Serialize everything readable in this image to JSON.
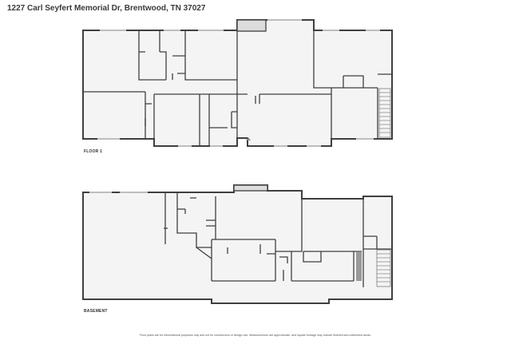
{
  "header": {
    "title": "1227 Carl Seyfert Memorial Dr, Brentwood, TN 37027"
  },
  "floors": [
    {
      "label": "FLOOR 1"
    },
    {
      "label": "BASEMENT"
    }
  ],
  "footer": {
    "disclaimer": "Floor plans are for informational purposes only and not for construction or design use. Measurements are approximate, and square footage may include finished and unfinished areas."
  }
}
